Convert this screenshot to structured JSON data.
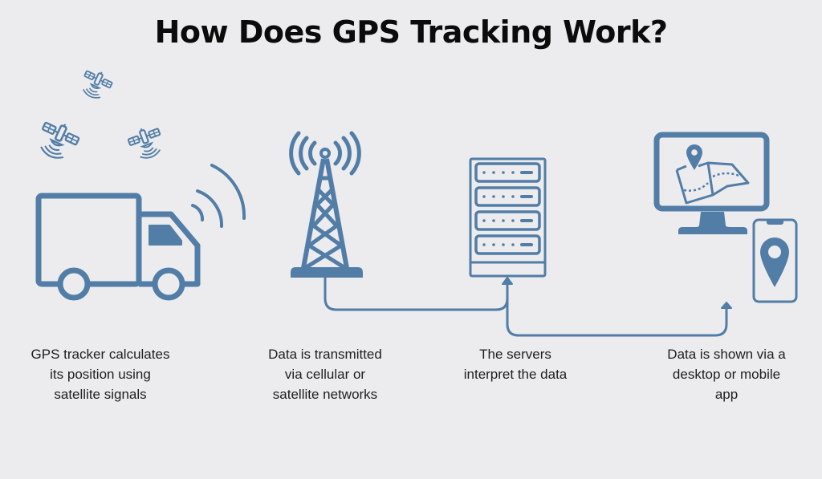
{
  "title": "How Does GPS Tracking Work?",
  "colors": {
    "background": "#ececef",
    "icon": "#527da6",
    "text": "#1e1e1e",
    "title": "#0b0b0b"
  },
  "steps": [
    {
      "icon": "truck-with-satellites",
      "lines": [
        "GPS tracker calculates",
        "its position using",
        "satellite signals"
      ]
    },
    {
      "icon": "cell-tower",
      "lines": [
        "Data is transmitted",
        "via cellular or",
        "satellite networks"
      ]
    },
    {
      "icon": "server-rack",
      "lines": [
        "The servers",
        "interpret the data"
      ]
    },
    {
      "icon": "desktop-and-mobile",
      "lines": [
        "Data is shown via a",
        "desktop or mobile",
        "app"
      ]
    }
  ]
}
